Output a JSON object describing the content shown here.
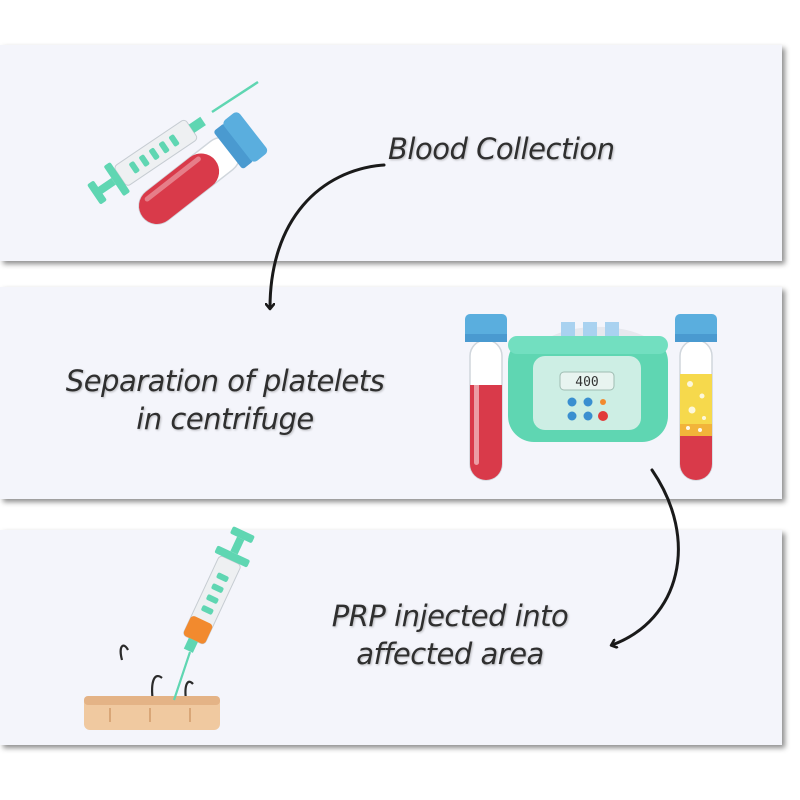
{
  "steps": [
    {
      "lines": [
        "Blood Collection"
      ]
    },
    {
      "lines": [
        "Separation of platelets",
        "in centrifuge"
      ]
    },
    {
      "lines": [
        "PRP injected into",
        "affected area"
      ]
    }
  ],
  "centrifuge": {
    "display": "400"
  },
  "colors": {
    "panel": "#f4f5fb",
    "blood": "#d93a4a",
    "plasma": "#f6d94c",
    "cap": "#5aaede",
    "machine": "#5fd6b2",
    "orange": "#f28a2e",
    "skin": "#f0c9a0",
    "arrow": "#1a1a1a"
  }
}
